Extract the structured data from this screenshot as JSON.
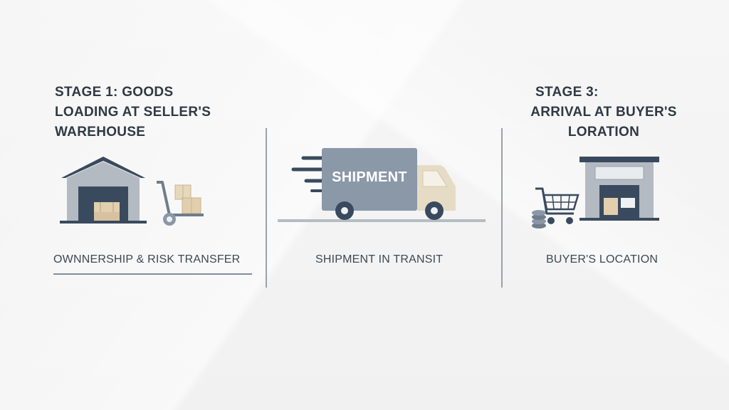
{
  "stages": [
    {
      "title_lines": [
        "STAGE 1: GOODS",
        "LOADING AT SELLER'S",
        "WAREHOUSE"
      ],
      "caption": "OWNNERSHIP & RISK TRANSFER"
    },
    {
      "truck_label": "SHIPMENT",
      "caption": "SHIPMENT IN TRANSIT"
    },
    {
      "title_lines": [
        "STAGE 3:",
        "ARRIVAL AT BUYER'S",
        "LORATION"
      ],
      "caption": "BUYER'S LOCATION"
    }
  ],
  "colors": {
    "navy": "#3a4a5e",
    "slate": "#8a98a8",
    "beige": "#e6dcc6",
    "cardboard": "#e1cfae",
    "divider": "#9aa1a9"
  },
  "icons": [
    "warehouse-icon",
    "hand-truck-icon",
    "delivery-truck-icon",
    "shopping-cart-icon",
    "coin-stack-icon",
    "store-icon"
  ]
}
